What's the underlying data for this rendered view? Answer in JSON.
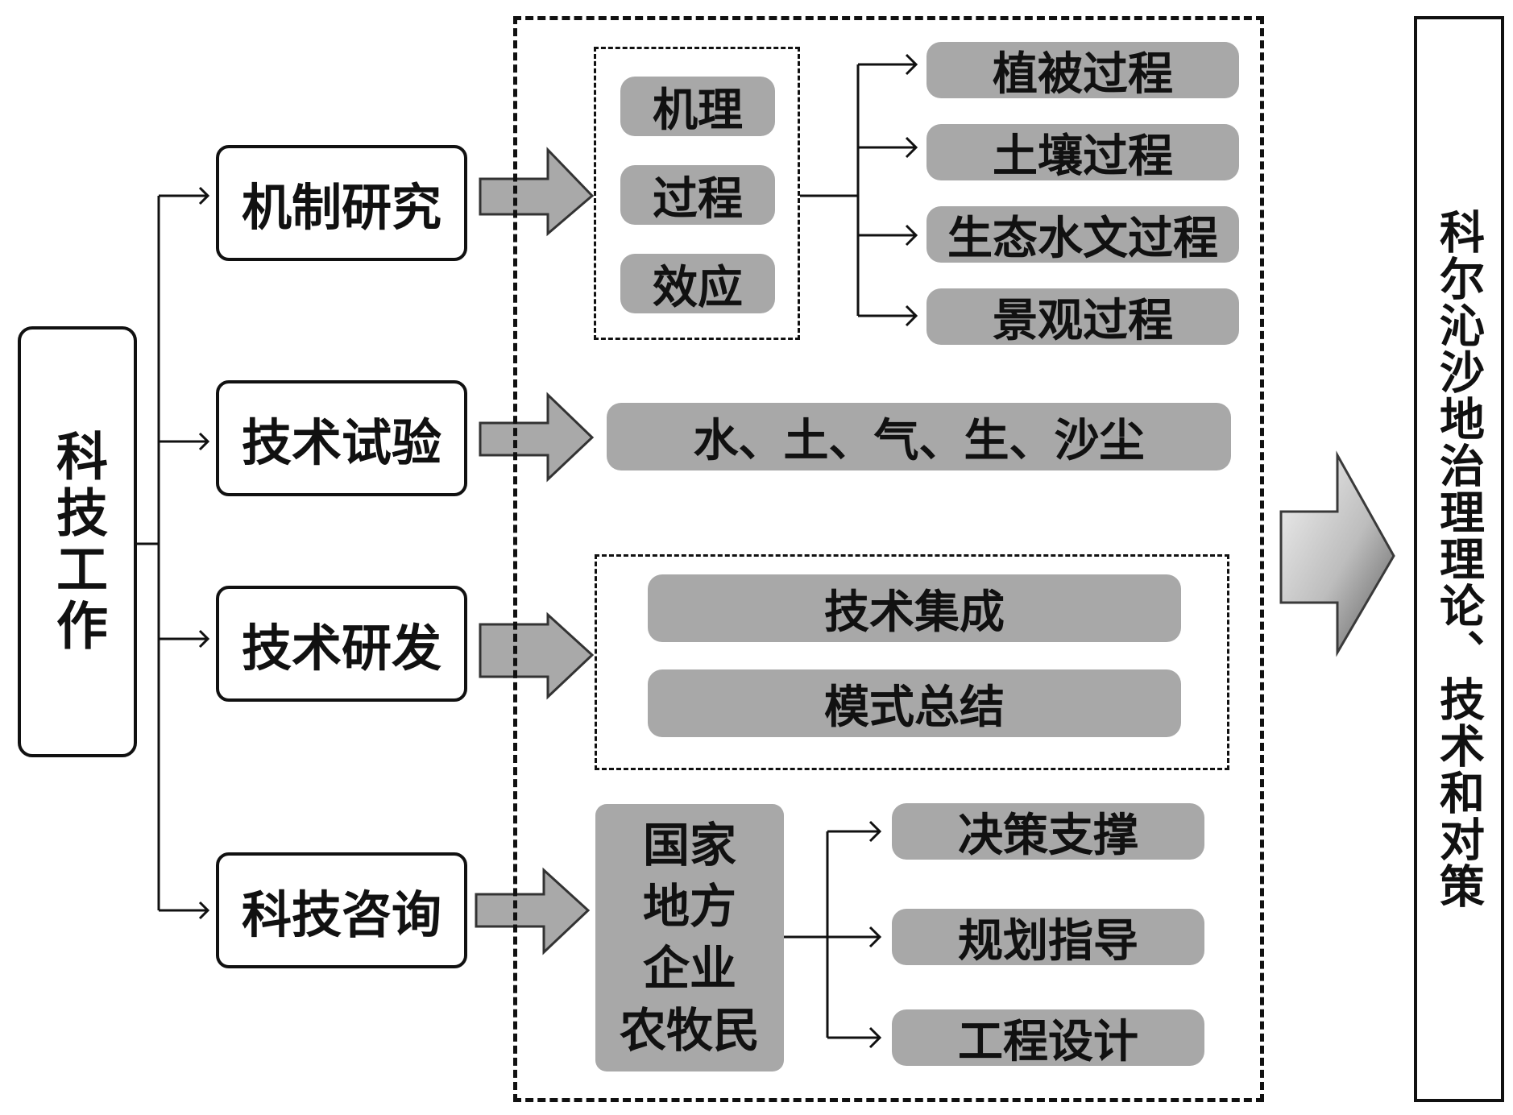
{
  "root": {
    "label": "科技工作"
  },
  "branches": {
    "mechanism": "机制研究",
    "experiment": "技术试验",
    "development": "技术研发",
    "consulting": "科技咨询"
  },
  "mechanism_group": [
    "机理",
    "过程",
    "效应"
  ],
  "processes": [
    "植被过程",
    "土壤过程",
    "生态水文过程",
    "景观过程"
  ],
  "experiment_result": "水、土、气、生、沙尘",
  "development_group": [
    "技术集成",
    "模式总结"
  ],
  "consulting_clients": [
    "国家",
    "地方",
    "企业",
    "农牧民"
  ],
  "consulting_outputs": [
    "决策支撑",
    "规划指导",
    "工程设计"
  ],
  "outcome": {
    "label": "科尔沁沙地治理理论、技术和对策"
  }
}
